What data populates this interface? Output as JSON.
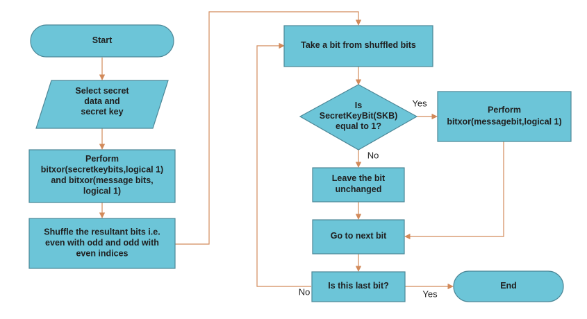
{
  "nodes": {
    "start": {
      "lines": [
        "Start"
      ]
    },
    "input": {
      "lines": [
        "Select secret",
        "data and",
        "secret key"
      ]
    },
    "bitxor": {
      "lines": [
        "Perform",
        "bitxor(secretkeybits,logical 1)",
        "and bitxor(message bits,",
        "logical 1)"
      ]
    },
    "shuffle": {
      "lines": [
        "Shuffle the resultant bits i.e.",
        "even with odd and odd with",
        "even indices"
      ]
    },
    "take": {
      "lines": [
        "Take a bit from shuffled bits"
      ]
    },
    "decision": {
      "lines": [
        "Is",
        "SecretKeyBit(SKB)",
        "equal to 1?"
      ]
    },
    "perform2": {
      "lines": [
        "Perform",
        "bitxor(messagebit,logical 1)"
      ]
    },
    "leave": {
      "lines": [
        "Leave the bit",
        "unchanged"
      ]
    },
    "next": {
      "lines": [
        "Go to next bit"
      ]
    },
    "last": {
      "lines": [
        "Is this last bit?"
      ]
    },
    "end": {
      "lines": [
        "End"
      ]
    }
  },
  "edge_labels": {
    "decision_yes": "Yes",
    "decision_no": "No",
    "last_no": "No",
    "last_yes": "Yes"
  },
  "colors": {
    "node_fill": "#6cc5d8",
    "node_stroke": "#4c8797",
    "edge": "#d28a5a"
  }
}
